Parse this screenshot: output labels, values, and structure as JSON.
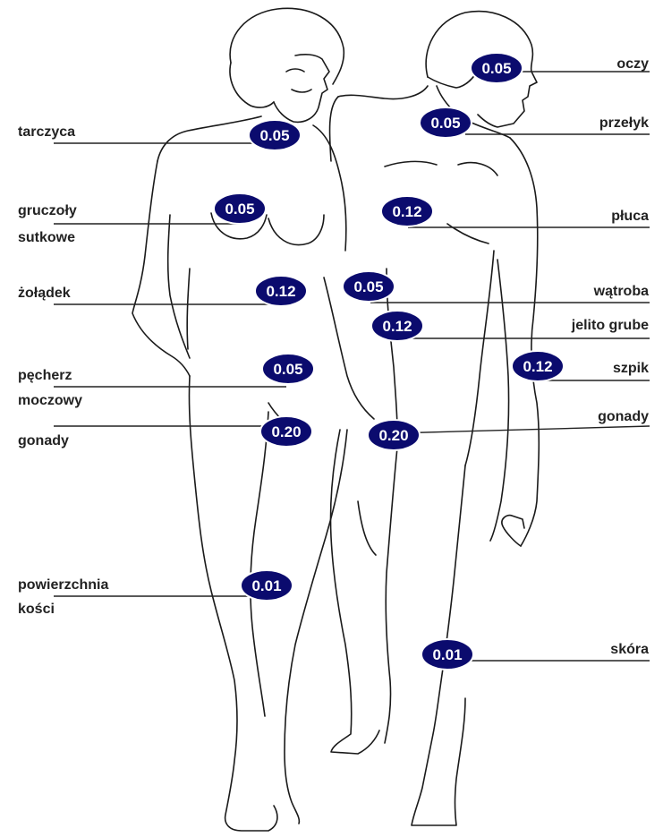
{
  "colors": {
    "badge_fill": "#0b0b6e",
    "badge_stroke": "#ffffff",
    "badge_text": "#ffffff",
    "outline": "#1a1a1a",
    "label_text": "#222222"
  },
  "labels": {
    "left": {
      "tarczyca": "tarczyca",
      "gruczoly_line1": "gruczoły",
      "gruczoly_line2": "sutkowe",
      "zoladek": "żołądek",
      "pecherz_line1": "pęcherz",
      "pecherz_line2": "moczowy",
      "gonady": "gonady",
      "powierzchnia_line1": "powierzchnia",
      "powierzchnia_line2": "kości"
    },
    "right": {
      "oczy": "oczy",
      "przelyk": "przełyk",
      "pluca": "płuca",
      "watroba": "wątroba",
      "jelito": "jelito grube",
      "szpik": "szpik",
      "gonady": "gonady",
      "skora": "skóra"
    }
  },
  "values": {
    "oczy": "0.05",
    "przelyk": "0.05",
    "tarczyca": "0.05",
    "gruczoly": "0.05",
    "pluca": "0.12",
    "zoladek": "0.12",
    "watroba": "0.05",
    "jelito": "0.12",
    "pecherz": "0.05",
    "szpik": "0.12",
    "gonady_female": "0.20",
    "gonady_male": "0.20",
    "powierzchnia": "0.01",
    "skora": "0.01"
  }
}
